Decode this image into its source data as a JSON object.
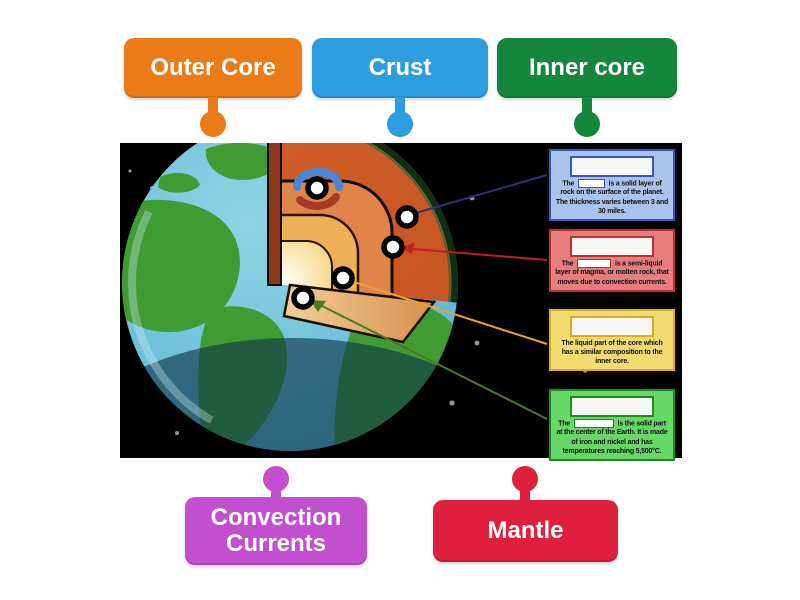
{
  "activity": {
    "kind": "labelled-diagram",
    "topic": "Layers of the Earth"
  },
  "colors": {
    "page_background": "#ffffff",
    "image_background": "#000000",
    "label_orange": "#ea7b16",
    "label_blue": "#2d9de0",
    "label_green": "#15873c",
    "label_purple": "#c14fd0",
    "label_red": "#de1f3d",
    "line_navy": "#2a3478",
    "line_red": "#c22020",
    "line_orange": "#e6a32e",
    "line_green": "#4e7a1e"
  },
  "draggable_labels": {
    "top": [
      {
        "label": "Outer Core",
        "color": "#ea7b16"
      },
      {
        "label": "Crust",
        "color": "#2d9de0"
      },
      {
        "label": "Inner core",
        "color": "#15873c"
      }
    ],
    "bottom": [
      {
        "label": "Convection Currents",
        "color": "#c14fd0"
      },
      {
        "label": "Mantle",
        "color": "#de1f3d"
      }
    ]
  },
  "diagram": {
    "boxes": [
      {
        "name": "crust-fact",
        "fill": "#aac3ea",
        "border": "#3a55c0",
        "prefix": "The",
        "suffix": "is a solid layer of rock on the surface of the planet. The thickness varies between 3 and 30 miles.",
        "answer_value": ""
      },
      {
        "name": "mantle-fact",
        "fill": "#e77e7e",
        "border": "#c03030",
        "prefix": "The",
        "suffix": "is a semi-liquid layer of magma, or molten rock, that moves due to convection currents.",
        "answer_value": ""
      },
      {
        "name": "outer-core-fact",
        "fill": "#f2dc72",
        "border": "#d8ac20",
        "prefix": "",
        "suffix": "The liquid part of the core which has a similar composition to the inner core.",
        "answer_value": ""
      },
      {
        "name": "inner-core-fact",
        "fill": "#67d867",
        "border": "#1d8c1d",
        "prefix": "The",
        "suffix": "is the solid part at the center of the Earth. It is made of iron and nickel and has temperatures reaching 5,500°C.",
        "answer_value": ""
      }
    ],
    "pins": [
      {
        "name": "pin-convection-currents"
      },
      {
        "name": "pin-crust"
      },
      {
        "name": "pin-mantle"
      },
      {
        "name": "pin-outer-core"
      },
      {
        "name": "pin-inner-core"
      }
    ]
  }
}
